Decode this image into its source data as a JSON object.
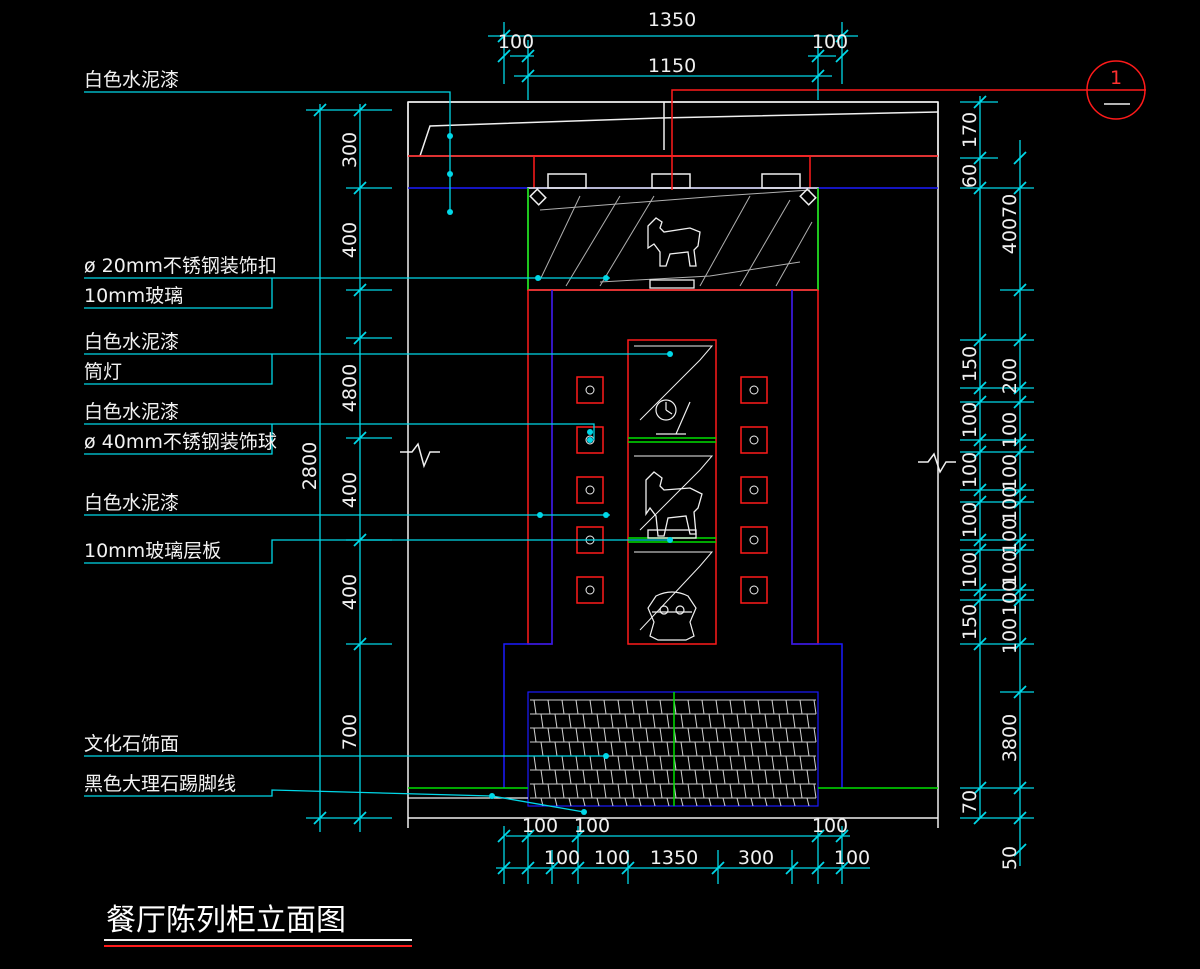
{
  "drawing": {
    "title": "餐厅陈列柜立面图",
    "section_marker": "1",
    "colors": {
      "background": "#000000",
      "dimension": "#00d8e8",
      "outline": "#ff1a1a",
      "blue": "#1a1aff",
      "green": "#00e000",
      "white": "#f0f0f0"
    },
    "labels": [
      "白色水泥漆",
      "ø 20mm不锈钢装饰扣",
      "10mm玻璃",
      "白色水泥漆",
      "筒灯",
      "白色水泥漆",
      "ø 40mm不锈钢装饰球",
      "白色水泥漆",
      "10mm玻璃层板",
      "文化石饰面",
      "黑色大理石踢脚线"
    ],
    "dims_top": [
      "1350",
      "100",
      "100",
      "1150"
    ],
    "dims_left": [
      "300",
      "400",
      "4800",
      "400",
      "400",
      "700",
      "2800"
    ],
    "dims_right_outer": [
      "170",
      "60",
      "40070",
      "150",
      "100",
      "100",
      "100",
      "100",
      "150",
      "3800",
      "70"
    ],
    "dims_right_inner": [
      "200",
      "100",
      "100",
      "100",
      "100",
      "100",
      "100",
      "100",
      "50"
    ],
    "dims_bottom": [
      "100",
      "100",
      "100",
      "100",
      "100",
      "1350",
      "300",
      "100"
    ]
  }
}
